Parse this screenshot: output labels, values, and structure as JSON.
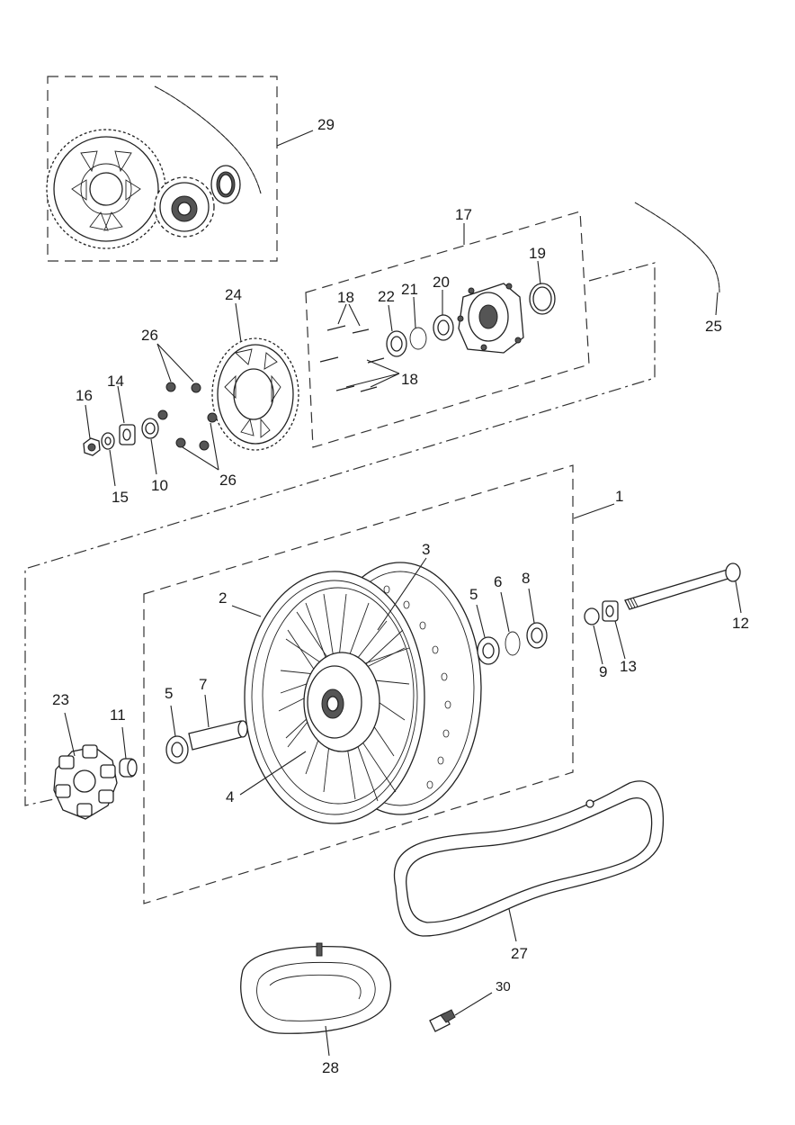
{
  "diagram": {
    "callouts": [
      {
        "id": "c1",
        "label": "1"
      },
      {
        "id": "c2",
        "label": "2"
      },
      {
        "id": "c3",
        "label": "3"
      },
      {
        "id": "c4",
        "label": "4"
      },
      {
        "id": "c5a",
        "label": "5"
      },
      {
        "id": "c5b",
        "label": "5"
      },
      {
        "id": "c6",
        "label": "6"
      },
      {
        "id": "c7",
        "label": "7"
      },
      {
        "id": "c8",
        "label": "8"
      },
      {
        "id": "c9",
        "label": "9"
      },
      {
        "id": "c10",
        "label": "10"
      },
      {
        "id": "c11",
        "label": "11"
      },
      {
        "id": "c12",
        "label": "12"
      },
      {
        "id": "c13",
        "label": "13"
      },
      {
        "id": "c14",
        "label": "14"
      },
      {
        "id": "c15",
        "label": "15"
      },
      {
        "id": "c16",
        "label": "16"
      },
      {
        "id": "c17",
        "label": "17"
      },
      {
        "id": "c18a",
        "label": "18"
      },
      {
        "id": "c18b",
        "label": "18"
      },
      {
        "id": "c19",
        "label": "19"
      },
      {
        "id": "c20",
        "label": "20"
      },
      {
        "id": "c21",
        "label": "21"
      },
      {
        "id": "c22",
        "label": "22"
      },
      {
        "id": "c23",
        "label": "23"
      },
      {
        "id": "c24",
        "label": "24"
      },
      {
        "id": "c25",
        "label": "25"
      },
      {
        "id": "c26a",
        "label": "26"
      },
      {
        "id": "c26b",
        "label": "26"
      },
      {
        "id": "c27",
        "label": "27"
      },
      {
        "id": "c28",
        "label": "28"
      },
      {
        "id": "c29",
        "label": "29"
      },
      {
        "id": "c30",
        "label": "30"
      }
    ]
  }
}
